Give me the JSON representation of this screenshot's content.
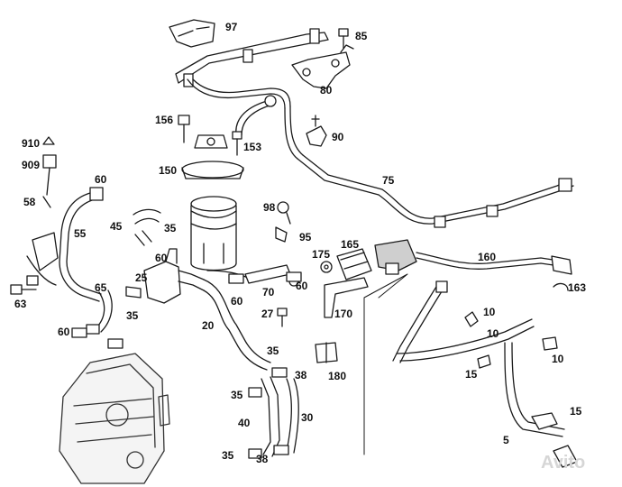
{
  "diagram": {
    "colors": {
      "line": "#1a1a1a",
      "part_fill": "#ffffff",
      "shade": "#cfcfcf",
      "label": "#111111",
      "watermark": "#d6d6d6"
    },
    "callouts": {
      "c97": "97",
      "c85": "85",
      "c80": "80",
      "c156": "156",
      "c90": "90",
      "c153": "153",
      "c910": "910",
      "c909": "909",
      "c150": "150",
      "c75": "75",
      "c58": "58",
      "c60a": "60",
      "c45": "45",
      "c98": "98",
      "c55": "55",
      "c35a": "35",
      "c95": "95",
      "c165": "165",
      "c175": "175",
      "c160": "160",
      "c60b": "60",
      "c25": "25",
      "c63": "63",
      "c65": "65",
      "c70": "70",
      "c60c": "60",
      "c163": "163",
      "c35b": "35",
      "c60d": "60",
      "c27": "27",
      "c170": "170",
      "c10a": "10",
      "c20": "20",
      "c60e": "60",
      "c10b": "10",
      "c35c": "35",
      "c38a": "38",
      "c15a": "15",
      "c180": "180",
      "c10c": "10",
      "c35d": "35",
      "c40": "40",
      "c30": "30",
      "c15b": "15",
      "c5": "5",
      "c35e": "35",
      "c38b": "38"
    },
    "watermark": "Avito"
  }
}
